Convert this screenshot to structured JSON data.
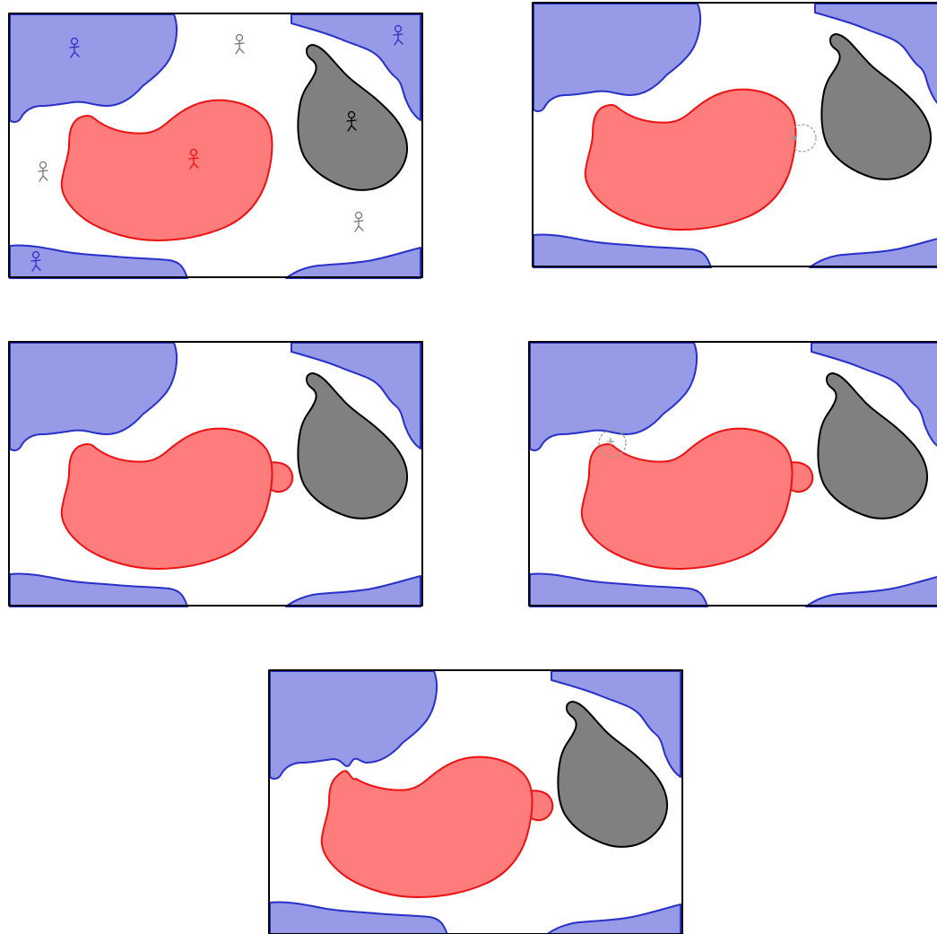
{
  "colors": {
    "water_fill": "#979ae6",
    "water_stroke": "#2730c8",
    "red_fill": "#ff7c7c",
    "red_stroke": "#ee1111",
    "gray_fill": "#808080",
    "gray_stroke": "#000000",
    "frame_stroke": "#000000",
    "marker_stroke": "#999999",
    "figure_blue": "#2730c8",
    "figure_gray": "#777777",
    "figure_red": "#ee1111",
    "figure_black": "#000000"
  },
  "figures": [
    {
      "id": "figure-blue-top-left",
      "color": "figure_blue"
    },
    {
      "id": "figure-gray-top-center",
      "color": "figure_gray"
    },
    {
      "id": "figure-blue-top-right",
      "color": "figure_blue"
    },
    {
      "id": "figure-black-gray-region",
      "color": "figure_black"
    },
    {
      "id": "figure-red-red-region",
      "color": "figure_red"
    },
    {
      "id": "figure-gray-left",
      "color": "figure_gray"
    },
    {
      "id": "figure-gray-bottom-right",
      "color": "figure_gray"
    },
    {
      "id": "figure-blue-bottom-left",
      "color": "figure_blue"
    }
  ],
  "panels": [
    {
      "id": "panel-1",
      "show_figures": true,
      "bump": false,
      "marker": null,
      "gap": false
    },
    {
      "id": "panel-2",
      "show_figures": false,
      "bump": false,
      "marker": "right-edge",
      "gap": false
    },
    {
      "id": "panel-3",
      "show_figures": false,
      "bump": true,
      "marker": null,
      "gap": false
    },
    {
      "id": "panel-4",
      "show_figures": false,
      "bump": true,
      "marker": "top-left",
      "gap": false
    },
    {
      "id": "panel-5",
      "show_figures": false,
      "bump": true,
      "marker": null,
      "gap": true
    }
  ]
}
